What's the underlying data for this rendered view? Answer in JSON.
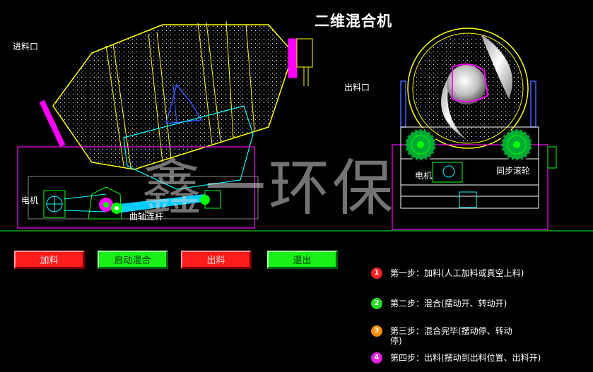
{
  "title": "二维混合机",
  "labels": {
    "inlet": "进料口",
    "outlet": "出料口",
    "motor_left": "电机",
    "crank": "曲轴连杆",
    "motor_right": "电机",
    "sync_roller": "同步滚轮"
  },
  "watermark": "鑫一环保",
  "buttons": {
    "feed": "加料",
    "start_mix": "启动混合",
    "discharge": "出料",
    "exit": "退出"
  },
  "steps": [
    {
      "num": "1",
      "text": "第一步：加料(人工加料或真空上料)",
      "color": "#ff2020"
    },
    {
      "num": "2",
      "text": "第二步：混合(摆动开、转动开)",
      "color": "#22dd22"
    },
    {
      "num": "3",
      "text": "第三步：混合完毕(摆动停、转动停)",
      "color": "#ff8c00"
    },
    {
      "num": "4",
      "text": "第四步：出料(摆动到出料位置、出料开)",
      "color": "#e020e0"
    }
  ],
  "colors": {
    "background": "#000000",
    "drum_outline": "#ffff00",
    "frame_magenta": "#ff00ff",
    "frame_cyan": "#00ffff",
    "ground_line": "#00ff00",
    "button_red": "#ff1c1c",
    "button_green": "#18f018"
  }
}
